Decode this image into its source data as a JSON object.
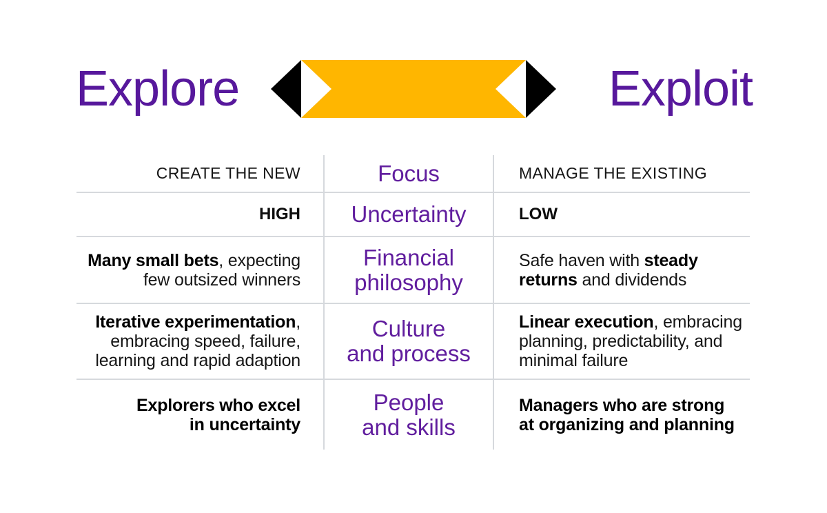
{
  "titles": {
    "left": "Explore",
    "right": "Exploit"
  },
  "colors": {
    "purple_title": "#57189C",
    "purple_table": "#611E9E",
    "yellow": "#FFB600",
    "line": "#D6D9DD",
    "ink": "#161616"
  },
  "table": {
    "rows": [
      {
        "left": [
          {
            "t": "CREATE THE NEW"
          }
        ],
        "center": [
          {
            "t": "Focus"
          }
        ],
        "right": [
          {
            "t": "MANAGE THE EXISTING"
          }
        ]
      },
      {
        "left": [
          {
            "t": "HIGH"
          }
        ],
        "center": [
          {
            "t": "Uncertainty"
          }
        ],
        "right": [
          {
            "t": "LOW"
          }
        ]
      },
      {
        "left": [
          {
            "t": "Many small bets",
            "b": true
          },
          {
            "t": ", expecting"
          },
          {
            "br": true
          },
          {
            "t": "few outsized winners"
          }
        ],
        "center": [
          {
            "t": "Financial"
          },
          {
            "br": true
          },
          {
            "t": "philosophy"
          }
        ],
        "right": [
          {
            "t": "Safe haven with "
          },
          {
            "t": "steady",
            "b": true
          },
          {
            "br": true
          },
          {
            "t": "returns",
            "b": true
          },
          {
            "t": " and dividends"
          }
        ]
      },
      {
        "left": [
          {
            "t": "Iterative experimentation",
            "b": true
          },
          {
            "t": ","
          },
          {
            "br": true
          },
          {
            "t": "embracing speed, failure,"
          },
          {
            "br": true
          },
          {
            "t": "learning and rapid adaption"
          }
        ],
        "center": [
          {
            "t": "Culture"
          },
          {
            "br": true
          },
          {
            "t": "and process"
          }
        ],
        "right": [
          {
            "t": "Linear execution",
            "b": true
          },
          {
            "t": ", embracing"
          },
          {
            "br": true
          },
          {
            "t": "planning, predictability, and"
          },
          {
            "br": true
          },
          {
            "t": "minimal failure"
          }
        ]
      },
      {
        "left": [
          {
            "t": "Explorers who excel",
            "b": true
          },
          {
            "br": true
          },
          {
            "t": "in uncertainty",
            "b": true
          }
        ],
        "center": [
          {
            "t": "People"
          },
          {
            "br": true
          },
          {
            "t": "and skills"
          }
        ],
        "right": [
          {
            "t": "Managers who are strong",
            "b": true
          },
          {
            "br": true
          },
          {
            "t": "at organizing and planning",
            "b": true
          }
        ]
      }
    ]
  }
}
